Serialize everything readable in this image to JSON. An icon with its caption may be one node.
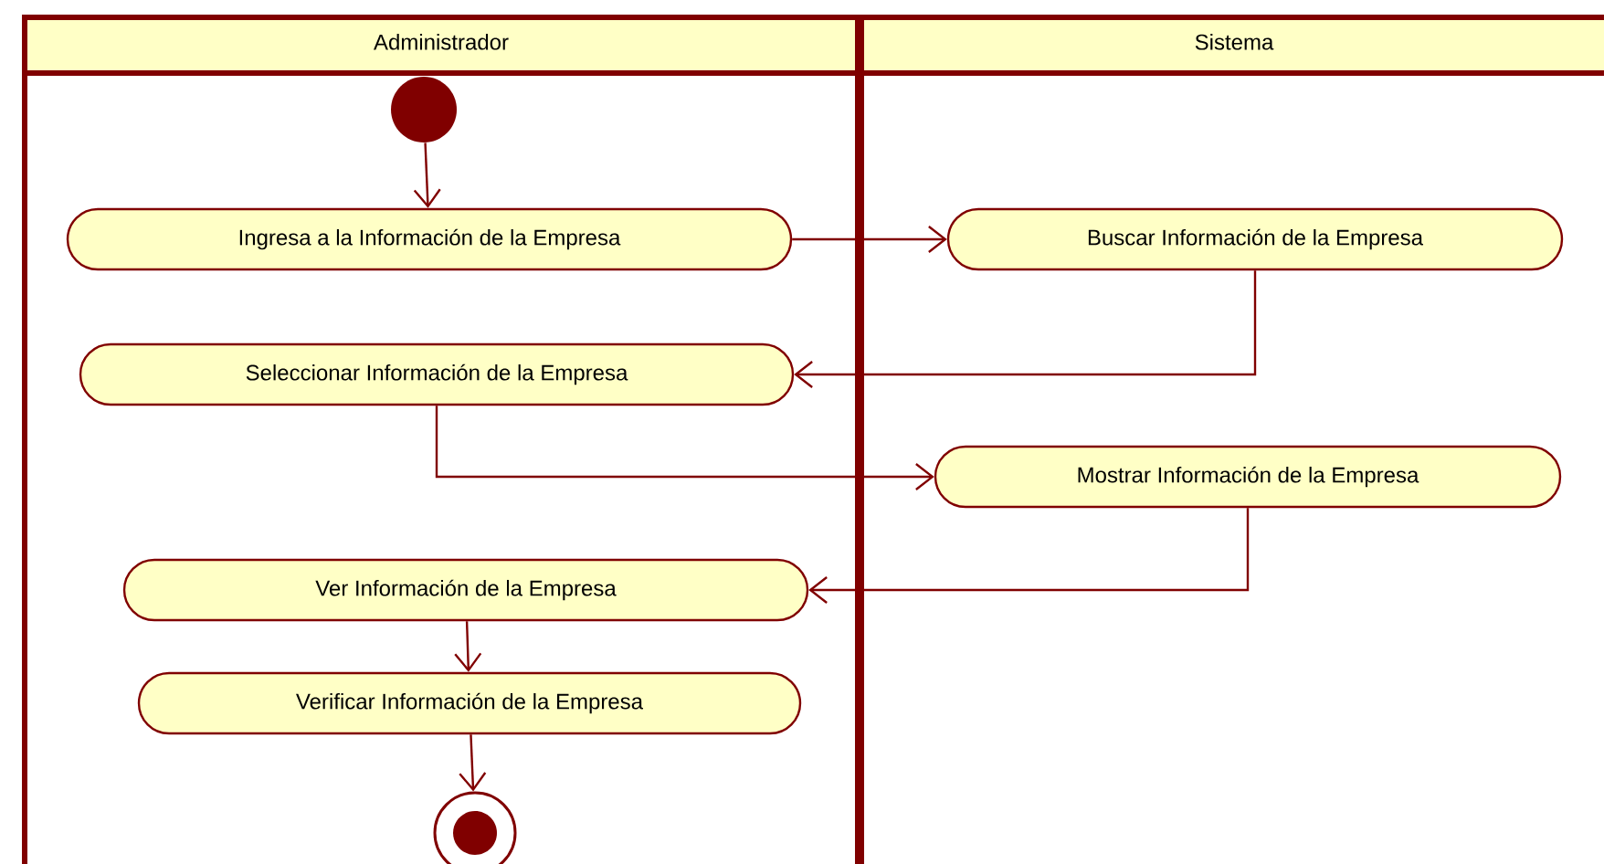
{
  "diagram": {
    "nodes": [
      {
        "text": [
          "Administrador"
        ]
      },
      {
        "text": [
          "Sistema"
        ]
      },
      {
        "text": [],
        "shape": "circle",
        "in": 0
      },
      {
        "text": [
          "Ingresa a la Información de la Empresa"
        ],
        "in": 0
      },
      {
        "text": [
          "Buscar Información de la Empresa"
        ],
        "in": 1
      },
      {
        "text": [
          "Seleccionar Información de la Empresa"
        ],
        "in": 0
      },
      {
        "text": [
          "Mostrar Información de la Empresa"
        ],
        "in": 1
      },
      {
        "text": [
          "Ver Información de la Empresa"
        ],
        "in": 0
      },
      {
        "text": [
          "Verificar Información de la Empresa"
        ],
        "in": 0
      },
      {
        "text": [],
        "shape": "circle",
        "in": 0
      }
    ],
    "edges": [
      {
        "from": 2,
        "to": 3,
        "arrow": "to"
      },
      {
        "from": 3,
        "to": 4,
        "arrow": "to"
      },
      {
        "from": 4,
        "to": 5,
        "arrow": "to"
      },
      {
        "from": 5,
        "to": 6,
        "arrow": "to"
      },
      {
        "from": 6,
        "to": 7,
        "arrow": "to"
      },
      {
        "from": 7,
        "to": 8,
        "arrow": "to"
      },
      {
        "from": 8,
        "to": 9,
        "arrow": "to"
      }
    ]
  }
}
